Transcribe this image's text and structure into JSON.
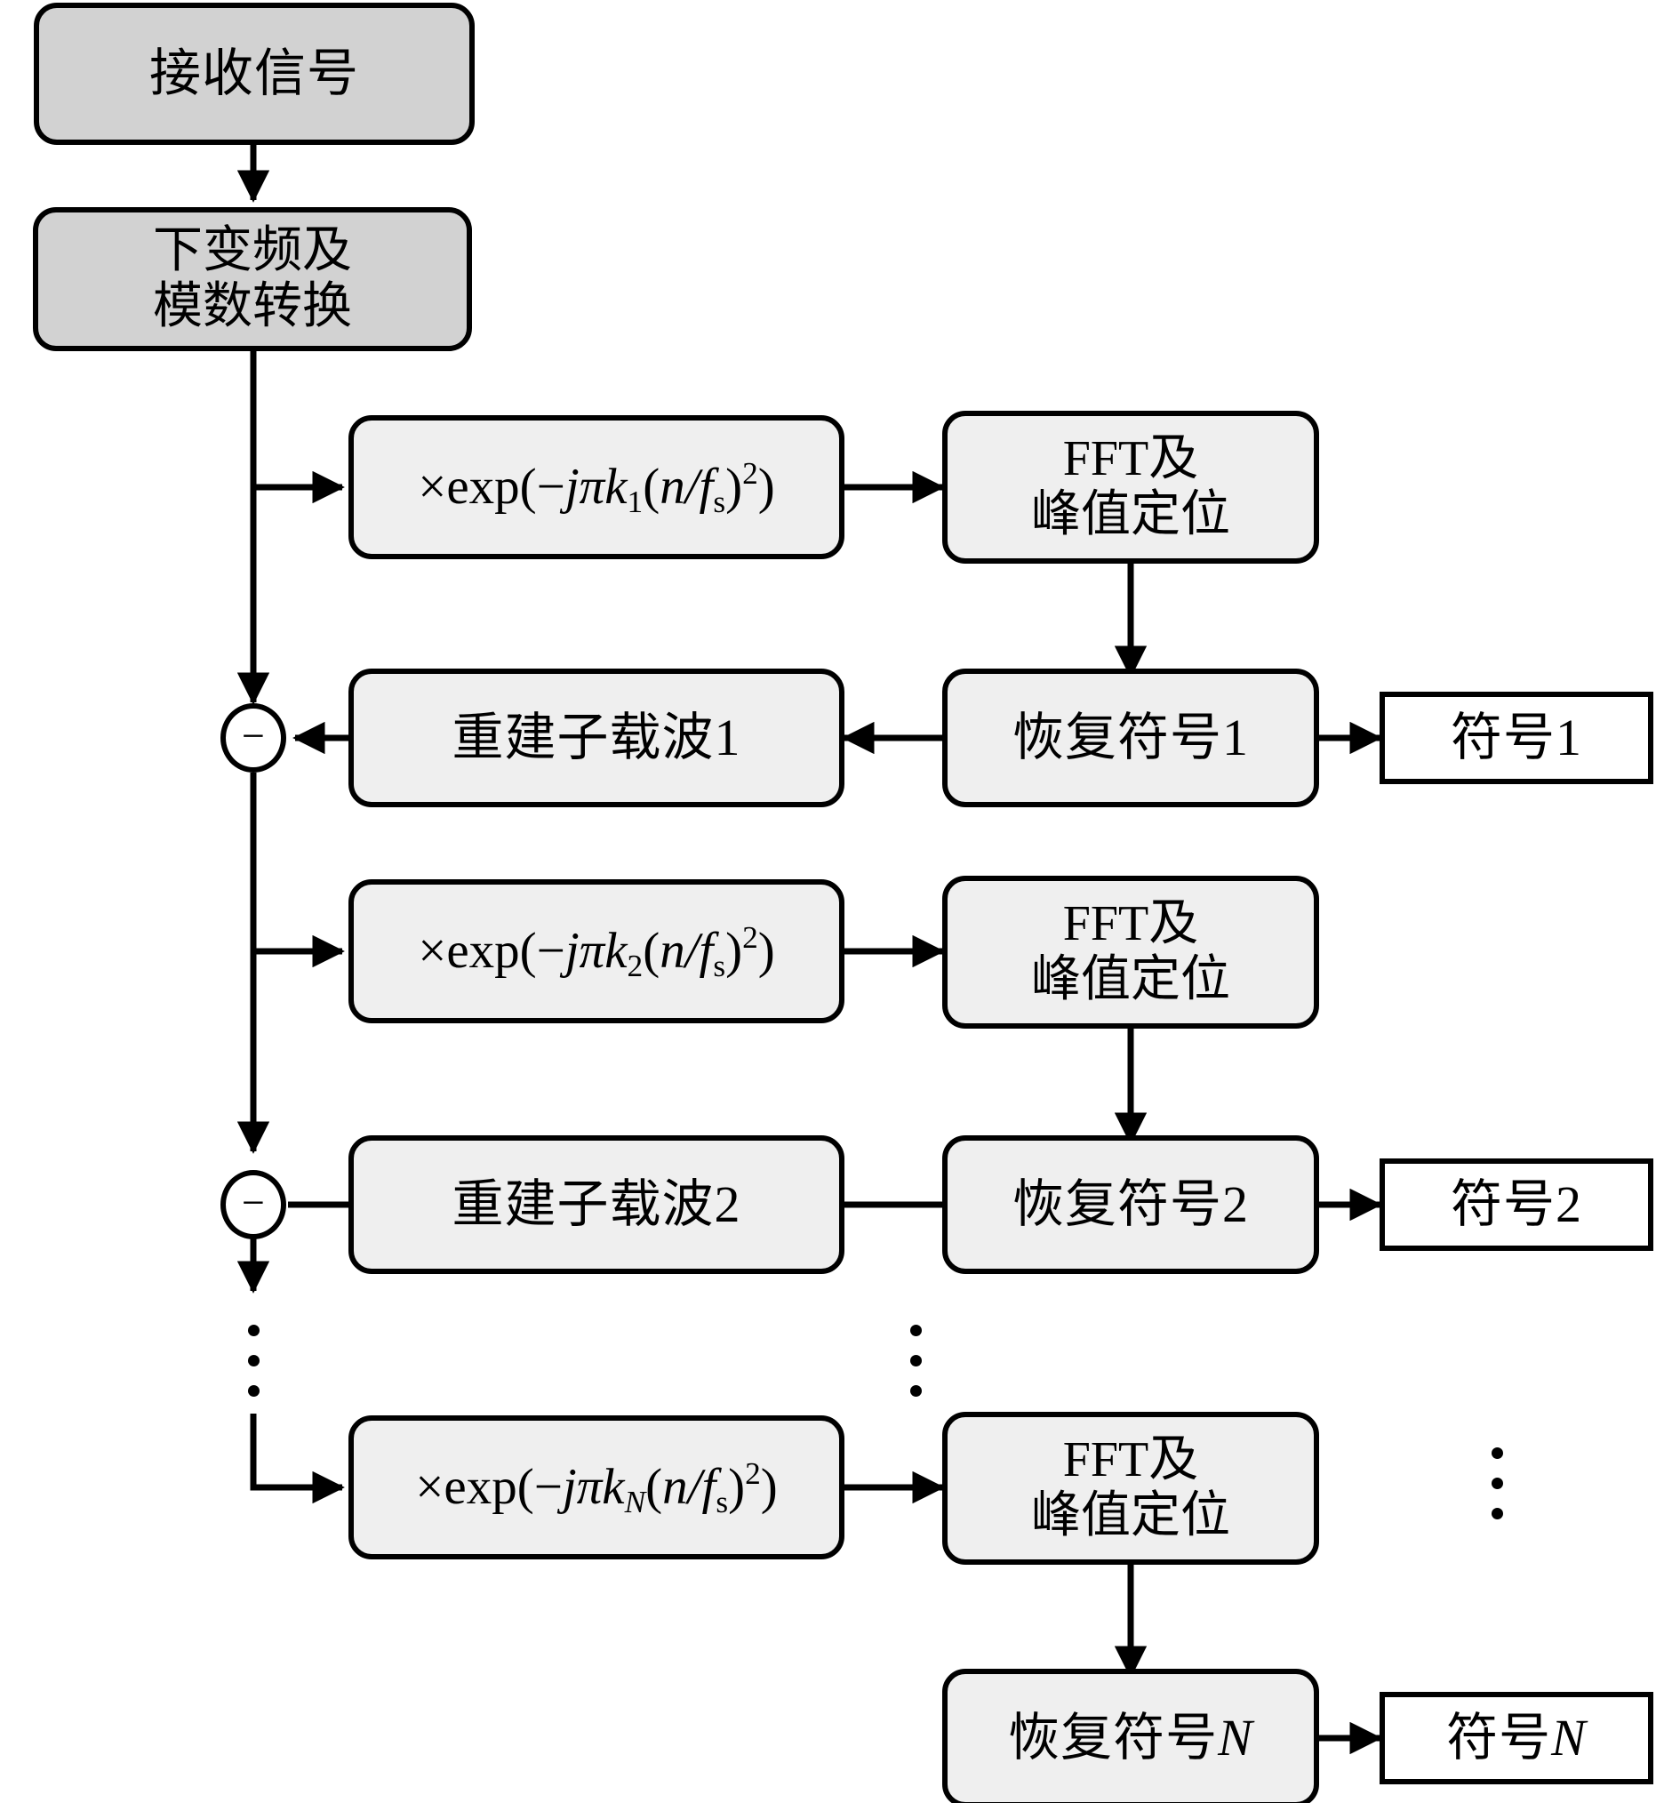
{
  "diagram": {
    "title": "Stepwise chirp subcarrier demodulation flowchart",
    "colors": {
      "stroke": "#000000",
      "fill_input": "#d2d2d2",
      "fill_process": "#efefef",
      "fill_output": "#ffffff"
    },
    "nodes": {
      "received_signal": "接收信号",
      "downconvert_line1": "下变频及",
      "downconvert_line2": "模数转换",
      "fft_line1": "FFT及",
      "fft_line2": "峰值定位",
      "rebuild_1": "重建子载波1",
      "rebuild_2": "重建子载波2",
      "recover_1": "恢复符号1",
      "recover_2": "恢复符号2",
      "recover_N": "恢复符号",
      "recover_N_index": "N",
      "symbol_1": "符号1",
      "symbol_2": "符号2",
      "symbol_N": "符号",
      "symbol_N_index": "N",
      "minus_sign": "−"
    },
    "expressions": {
      "prefix": "×exp(−",
      "j": "j",
      "pi": "π",
      "k": "k",
      "sub_1": "1",
      "sub_2": "2",
      "sub_N": "N",
      "open_paren": "(",
      "n": "n",
      "slash": "/",
      "f": "f",
      "f_sub": "s",
      "close_paren": ")",
      "power": "2",
      "tail": ")",
      "full_1": "×exp(−jπk₁(n/f s)²)",
      "full_2": "×exp(−jπk₂(n/f s)²)",
      "full_N": "×exp(−jπk N(n/f s)²)"
    },
    "ellipses": {
      "left": "⋮",
      "middle": "⋮",
      "right": "⋮"
    }
  }
}
